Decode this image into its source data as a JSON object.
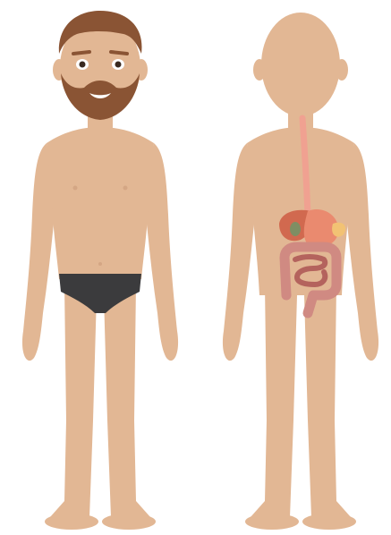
{
  "colors": {
    "background": "#ffffff",
    "skin": "#e2b794",
    "skin_shadow": "#d4a684",
    "hair": "#8a5434",
    "beard": "#8a5434",
    "brief": "#3b3b3d",
    "esophagus": "#f0a191",
    "stomach": "#ea8a6f",
    "liver": "#d1694f",
    "gallbladder": "#7f8e63",
    "pancreas": "#f2c274",
    "intestine": "#d08a82",
    "intestine_dark": "#b4635d",
    "eye_white": "#ffffff",
    "pupil": "#3a2a20",
    "mouth": "#ffffff"
  },
  "figures": {
    "left": {
      "view": "front",
      "icon": "man-front-figure",
      "features": [
        "hair",
        "beard",
        "eyes",
        "brief"
      ]
    },
    "right": {
      "view": "front-silhouette",
      "icon": "digestive-system-figure",
      "organs": [
        "esophagus",
        "liver",
        "stomach",
        "gallbladder",
        "pancreas",
        "large-intestine",
        "small-intestine"
      ]
    }
  }
}
